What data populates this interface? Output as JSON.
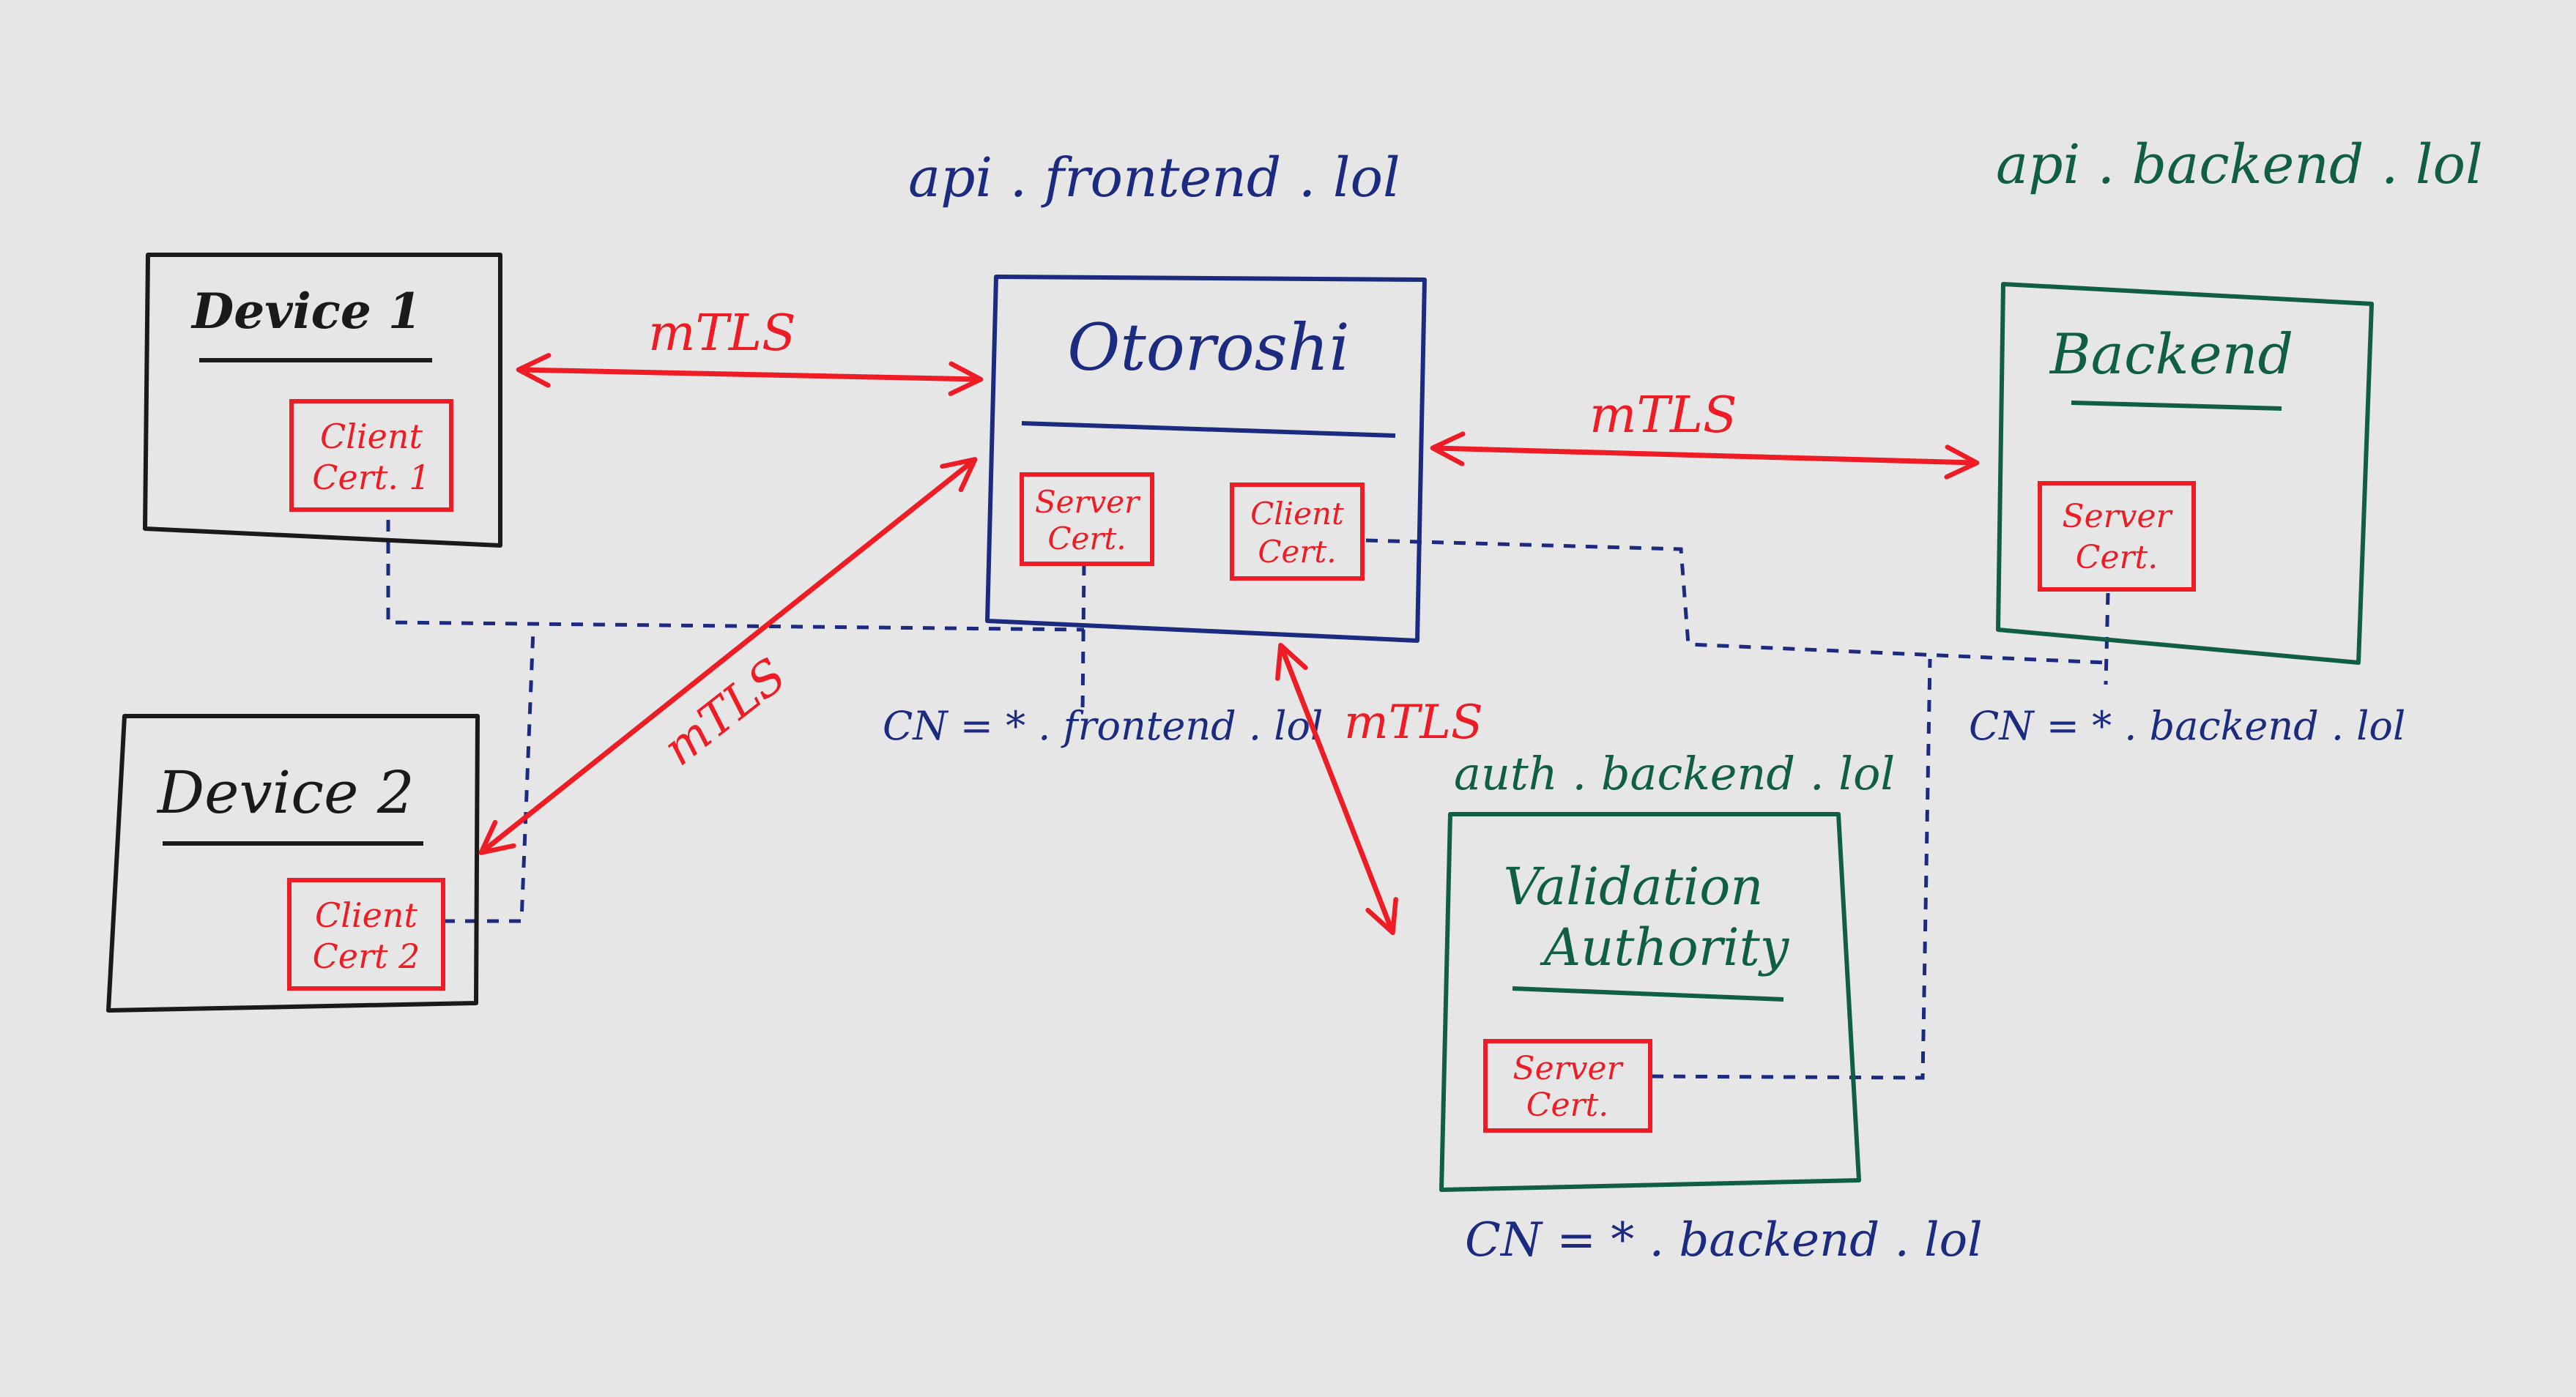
{
  "colors": {
    "black": "#1a1a1a",
    "blue": "#1c2a80",
    "green": "#0f5e45",
    "red": "#ee1c24",
    "background": "#e6e6e6"
  },
  "domains": {
    "frontend": "api . frontend . lol",
    "backend": "api . backend . lol",
    "auth": "auth . backend . lol"
  },
  "device1": {
    "title": "Device 1",
    "cert": [
      "Client",
      "Cert. 1"
    ]
  },
  "device2": {
    "title": "Device 2",
    "cert": [
      "Client",
      "Cert 2"
    ]
  },
  "otoroshi": {
    "title": "Otoroshi",
    "server_cert": [
      "Server",
      "Cert."
    ],
    "client_cert": [
      "Client",
      "Cert."
    ]
  },
  "backend": {
    "title": "Backend",
    "server_cert": [
      "Server",
      "Cert."
    ]
  },
  "validation": {
    "title": [
      "Validation",
      "Authority"
    ],
    "server_cert": [
      "Server",
      "Cert."
    ]
  },
  "cn": {
    "frontend": "CN = * . frontend . lol",
    "backend": "CN = * . backend . lol",
    "auth": "CN = * . backend . lol"
  },
  "links": {
    "device1_otoroshi": "mTLS",
    "otoroshi_backend": "mTLS",
    "device2_otoroshi": "mTLS",
    "otoroshi_validation": "mTLS"
  }
}
